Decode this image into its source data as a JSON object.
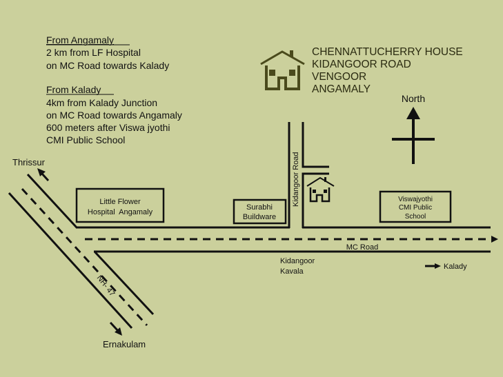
{
  "directions": {
    "from_angamaly": {
      "heading": "From Angamaly",
      "lines": [
        "2 km from LF Hospital",
        "on MC Road towards Kalady"
      ]
    },
    "from_kalady": {
      "heading": "From Kalady",
      "lines": [
        "4km from Kalady Junction",
        "on MC Road towards Angamaly",
        "600 meters after Viswa jyothi",
        "CMI Public School"
      ]
    }
  },
  "address": [
    "CHENNATTUCHERRY HOUSE",
    "KIDANGOOR ROAD",
    "VENGOOR",
    "ANGAMALY"
  ],
  "compass": {
    "label": "North"
  },
  "places": {
    "thrissur": "Thrissur",
    "ernakulam": "Ernakulam",
    "nh": "NH- 47",
    "lf_hospital": [
      "Little Flower",
      "Hospital  Angamaly"
    ],
    "surabhi": [
      "Surabhi",
      "Buildware"
    ],
    "kidangoor_road": "Kidangoor Road",
    "viswajyothi": [
      "Viswajyothi",
      "CMI Public",
      "School"
    ],
    "mc_road": "MC Road",
    "kidangoor_kavala": [
      "Kidangoor",
      "Kavala"
    ],
    "kalady": "Kalady"
  },
  "colors": {
    "background": "#cbd09c",
    "house": "#4a4a1c",
    "ink": "#111111"
  }
}
